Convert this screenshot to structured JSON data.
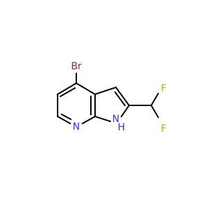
{
  "atoms": {
    "br": {
      "label": "Br",
      "color": "#a62929"
    },
    "n_pyridine": {
      "label": "N",
      "color": "#3333ff"
    },
    "n_pyrrole": {
      "label": "N",
      "color": "#3333ff"
    },
    "h_pyrrole": {
      "label": "H",
      "color": "#3333ff"
    },
    "f_top": {
      "label": "F",
      "color": "#b3b300"
    },
    "f_bottom": {
      "label": "F",
      "color": "#b3b300"
    }
  },
  "colors": {
    "bond": "#000000",
    "background": "#ffffff"
  }
}
